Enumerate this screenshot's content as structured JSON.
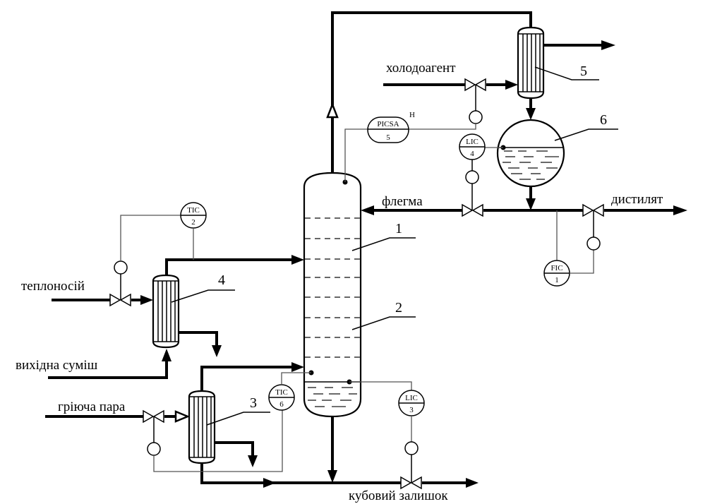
{
  "diagram": {
    "type": "process-flow-diagram",
    "subject": "distillation column with control loops",
    "streams": {
      "coolant": "холодоагент",
      "reflux": "флегма",
      "distillate": "дистилят",
      "heat_carrier": "теплоносій",
      "feed_mixture": "вихідна суміш",
      "heating_steam": "гріюча пара",
      "bottoms": "кубовий залишок"
    },
    "equipment_numbers": {
      "column_top_section": "1",
      "column_bottom_section": "2",
      "reboiler": "3",
      "feed_heater": "4",
      "condenser": "5",
      "reflux_drum": "6"
    },
    "instruments": {
      "fic1": {
        "tag": "FIC",
        "number": "1"
      },
      "tic2": {
        "tag": "TIC",
        "number": "2"
      },
      "lic3": {
        "tag": "LIC",
        "number": "3"
      },
      "lic4": {
        "tag": "LIC",
        "number": "4"
      },
      "picsa5": {
        "tag": "PICSA",
        "number": "5",
        "alarm": "H"
      },
      "tic6": {
        "tag": "TIC",
        "number": "6"
      }
    }
  }
}
